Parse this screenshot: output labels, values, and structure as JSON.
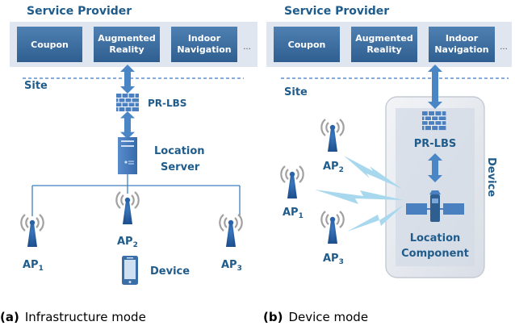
{
  "panels": {
    "a": {
      "header": "Service Provider",
      "services": [
        {
          "line1": "Coupon",
          "line2": ""
        },
        {
          "line1": "Augmented",
          "line2": "Reality"
        },
        {
          "line1": "Indoor",
          "line2": "Navigation"
        }
      ],
      "ellipsis": "...",
      "site_label": "Site",
      "prlbs_label": "PR-LBS",
      "server_label_line1": "Location",
      "server_label_line2": "Server",
      "ap_labels": [
        {
          "base": "AP",
          "sub": "1"
        },
        {
          "base": "AP",
          "sub": "2"
        },
        {
          "base": "AP",
          "sub": "3"
        }
      ],
      "device_label": "Device",
      "caption_prefix": "(a)",
      "caption_text": "Infrastructure mode"
    },
    "b": {
      "header": "Service Provider",
      "services": [
        {
          "line1": "Coupon",
          "line2": ""
        },
        {
          "line1": "Augmented",
          "line2": "Reality"
        },
        {
          "line1": "Indoor",
          "line2": "Navigation"
        }
      ],
      "ellipsis": "...",
      "site_label": "Site",
      "prlbs_label": "PR-LBS",
      "device_label": "Device",
      "ap_labels": [
        {
          "base": "AP",
          "sub": "2"
        },
        {
          "base": "AP",
          "sub": "1"
        },
        {
          "base": "AP",
          "sub": "3"
        }
      ],
      "component_label_line1": "Location",
      "component_label_line2": "Component",
      "caption_prefix": "(b)",
      "caption_text": "Device mode"
    }
  },
  "colors": {
    "title_blue": "#1f5c8c",
    "service_box": "#3d6d9e",
    "panel_bg": "#dfe6ef",
    "arrow_blue": "#4a86c5",
    "firewall_blue": "#4a7fc0",
    "line_blue": "#3f7fc0",
    "antenna_gray": "#909090",
    "device_bg": "#e7eaf0",
    "lightning": "#a8d8ee"
  }
}
